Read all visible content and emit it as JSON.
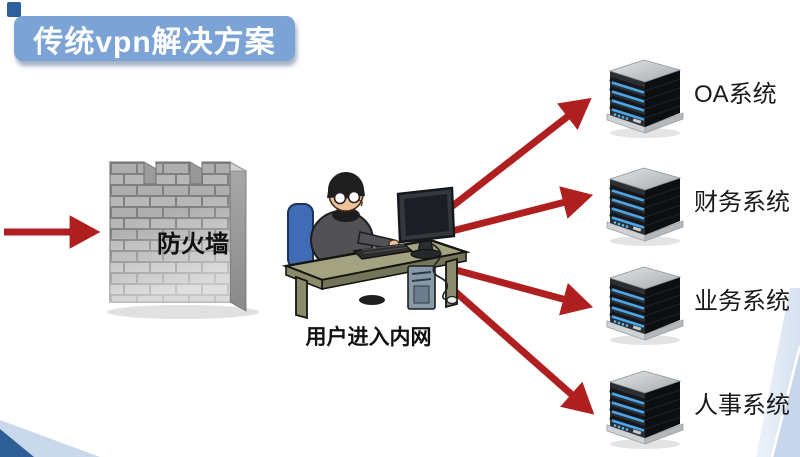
{
  "title": {
    "label": "传统vpn解决方案",
    "bg_color": "#7ba3d6",
    "text_color": "#ffffff"
  },
  "flow": {
    "firewall_label": "防火墙",
    "user_label": "用户进入内网"
  },
  "servers": [
    {
      "label": "OA系统"
    },
    {
      "label": "财务系统"
    },
    {
      "label": "业务系统"
    },
    {
      "label": "人事系统"
    }
  ],
  "icons": {
    "firewall": "brick-wall-icon",
    "user": "hacker-at-desk-icon",
    "server": "server-tower-icon",
    "arrows": "red-flow-arrows"
  },
  "colors": {
    "arrow_red": "#b01f1f",
    "banner_blue": "#7ba3d6",
    "accent_square_blue": "#2e5f9e",
    "swoosh_dark_blue": "#2d5e95",
    "swoosh_light_blue": "#c9d8ea",
    "server_led_blue": "#4aa6e8"
  }
}
